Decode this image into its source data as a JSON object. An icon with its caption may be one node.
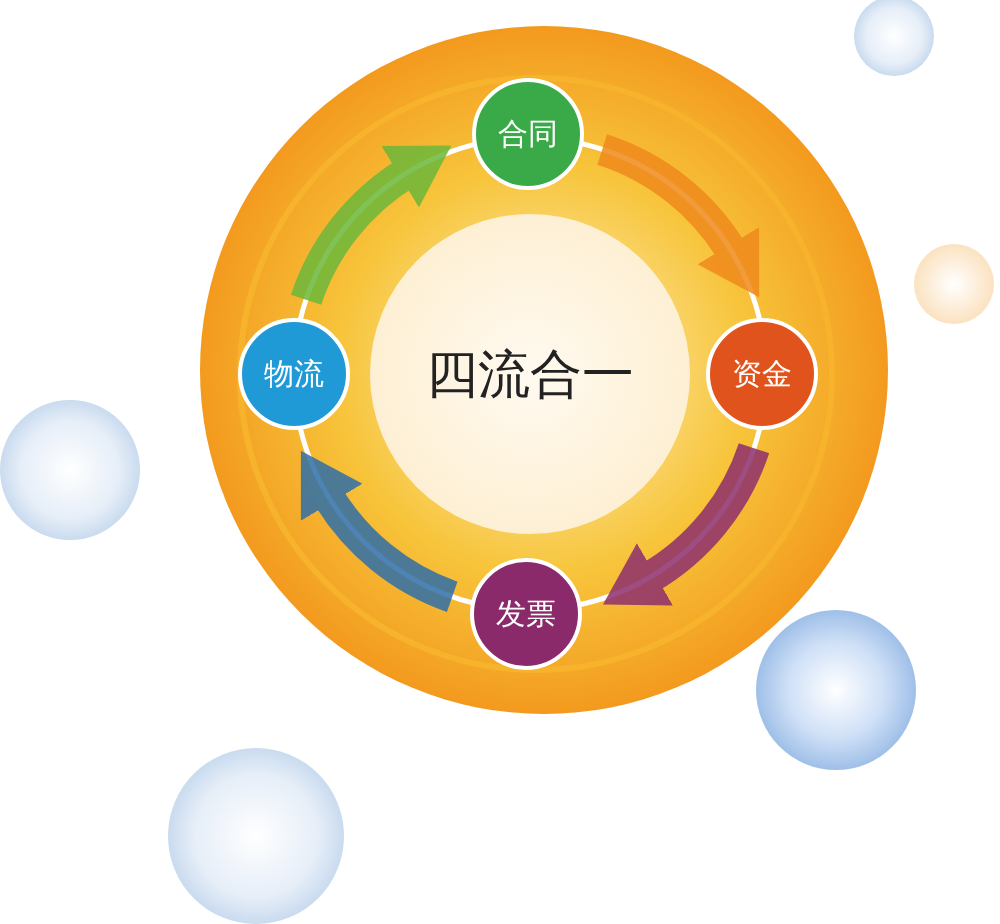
{
  "diagram": {
    "nodes": [
      {
        "text": [
          "四流合一"
        ]
      },
      {
        "text": [
          "合同"
        ]
      },
      {
        "text": [
          "资金"
        ]
      },
      {
        "text": [
          "发票"
        ]
      },
      {
        "text": [
          "物流"
        ]
      }
    ],
    "edges": [
      {
        "from": 4,
        "to": 1,
        "arrow": "to",
        "color": "#6cb83a"
      },
      {
        "from": 1,
        "to": 2,
        "arrow": "to",
        "color": "#f08a1c"
      },
      {
        "from": 2,
        "to": 3,
        "arrow": "to",
        "color": "#8e2f6e"
      },
      {
        "from": 3,
        "to": 4,
        "arrow": "to",
        "color": "#2f6fa8"
      }
    ]
  }
}
